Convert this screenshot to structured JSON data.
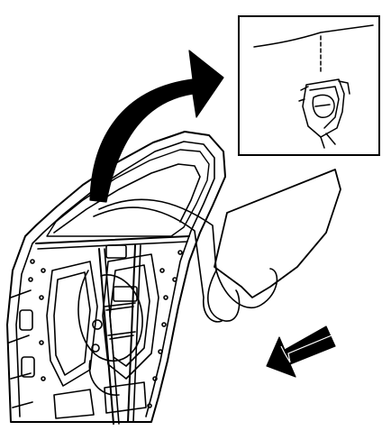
{
  "figure": {
    "background_color": "#ffffff",
    "line_color": "#000000",
    "parts": [
      {
        "name": "door-frame",
        "icon": "vehicle-rear-door-frame"
      },
      {
        "name": "window-glass",
        "icon": "door-window-glass-panel"
      },
      {
        "name": "removal-direction-arrow",
        "icon": "curved-arrow-up-right"
      },
      {
        "name": "detail-inset",
        "icon": "glass-to-regulator-clip-detail"
      },
      {
        "name": "orientation-arrow",
        "icon": "arrow-down-left"
      }
    ]
  }
}
